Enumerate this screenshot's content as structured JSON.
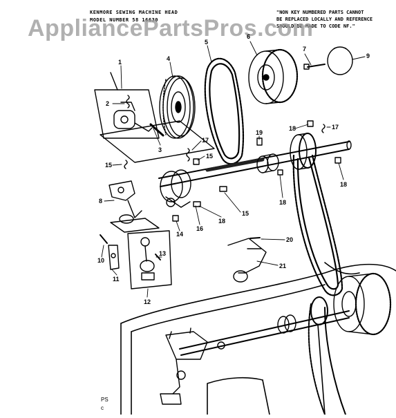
{
  "header": {
    "title_line1": "KENMORE SEWING MACHINE HEAD",
    "title_line2": "MODEL NUMBER 58 16630"
  },
  "note": {
    "line1": "\"NON KEY NUMBERED PARTS CANNOT",
    "line2": "BE REPLACED LOCALLY AND REFERENCE",
    "line3": "SHOULD BE MADE TO CODE NF.\""
  },
  "watermark": "AppliancePartsPros.com",
  "page_ref": {
    "a": "PS",
    "b": "c"
  },
  "callouts": {
    "c1": "1",
    "c2": "2",
    "c3": "3",
    "c4": "4",
    "c5": "5",
    "c6": "6",
    "c7": "7",
    "c8": "8",
    "c9": "9",
    "c10": "10",
    "c11": "11",
    "c12": "12",
    "c13": "13",
    "c14": "14",
    "c15a": "15",
    "c15b": "15",
    "c15c": "15",
    "c16": "16",
    "c17a": "17",
    "c17b": "17",
    "c18a": "18",
    "c18b": "18",
    "c18c": "18",
    "c18d": "18",
    "c19": "19",
    "c20": "20",
    "c21": "21"
  }
}
